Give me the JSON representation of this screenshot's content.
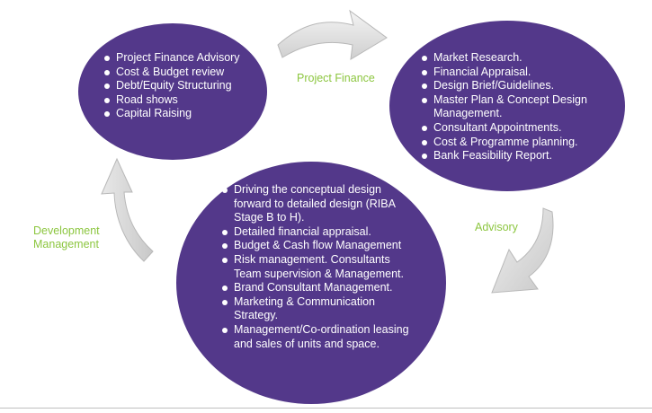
{
  "colors": {
    "ellipse_fill": "#53388a",
    "label_green": "#8cc63f",
    "arrow_fill": "#e3e3e3"
  },
  "labels": {
    "project_finance": "Project Finance",
    "advisory": "Advisory",
    "development_management_1": "Development",
    "development_management_2": "Management"
  },
  "left_circle": {
    "items": [
      "Project Finance Advisory",
      "Cost & Budget review",
      "Debt/Equity Structuring",
      "Road shows",
      "Capital Raising"
    ]
  },
  "right_circle": {
    "items": [
      "Market Research.",
      "Financial Appraisal.",
      "Design Brief/Guidelines.",
      "Master Plan & Concept Design Management.",
      "Consultant Appointments.",
      "Cost & Programme planning.",
      "Bank Feasibility Report."
    ]
  },
  "bottom_circle": {
    "items": [
      "Driving the conceptual design forward to detailed design (RIBA Stage B to H).",
      "Detailed financial  appraisal.",
      "Budget & Cash flow Management",
      "Risk management. Consultants Team supervision & Management.",
      "Brand Consultant Management.",
      "Marketing & Communication Strategy.",
      "Management/Co-ordination leasing and sales of units and space."
    ]
  },
  "icons": [
    "curved-arrow-top-icon",
    "curved-arrow-right-icon",
    "curved-arrow-left-icon"
  ]
}
